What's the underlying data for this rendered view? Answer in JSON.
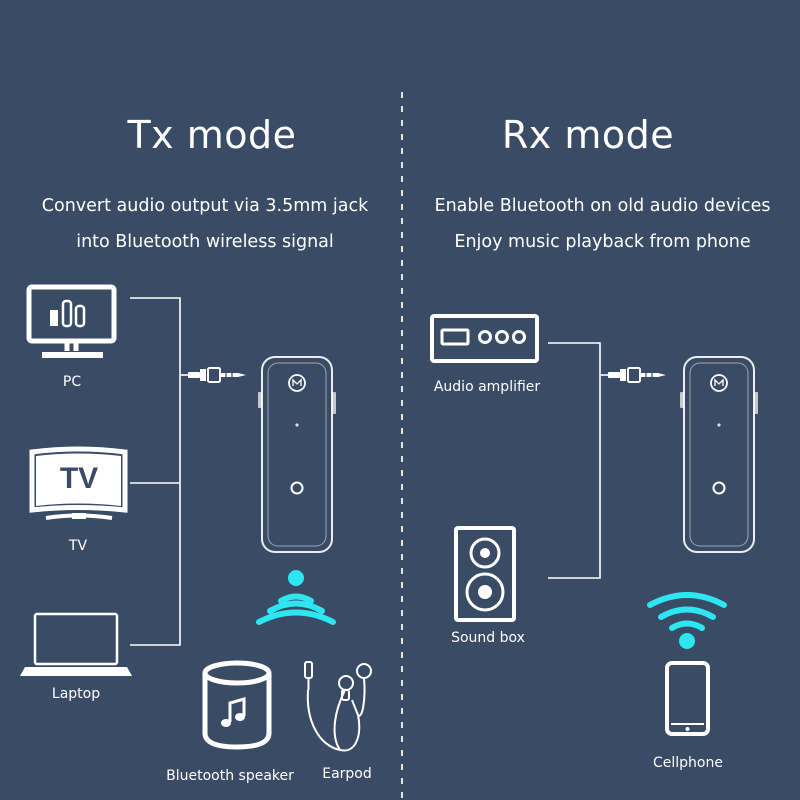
{
  "tx": {
    "title": "Tx mode",
    "desc_line1": "Convert audio output via 3.5mm jack",
    "desc_line2": "into Bluetooth wireless signal",
    "labels": {
      "pc": "PC",
      "tv": "TV",
      "tv_screen_text": "TV",
      "laptop": "Laptop",
      "speaker": "Bluetooth speaker",
      "earpod": "Earpod"
    }
  },
  "rx": {
    "title": "Rx mode",
    "desc_line1": "Enable Bluetooth on old audio devices",
    "desc_line2": "Enjoy music playback from phone",
    "labels": {
      "amplifier": "Audio amplifier",
      "soundbox": "Sound box",
      "cellphone": "Cellphone"
    }
  },
  "colors": {
    "background": "#3a4b66",
    "foreground": "#ffffff",
    "signal": "#2ee6f2"
  }
}
